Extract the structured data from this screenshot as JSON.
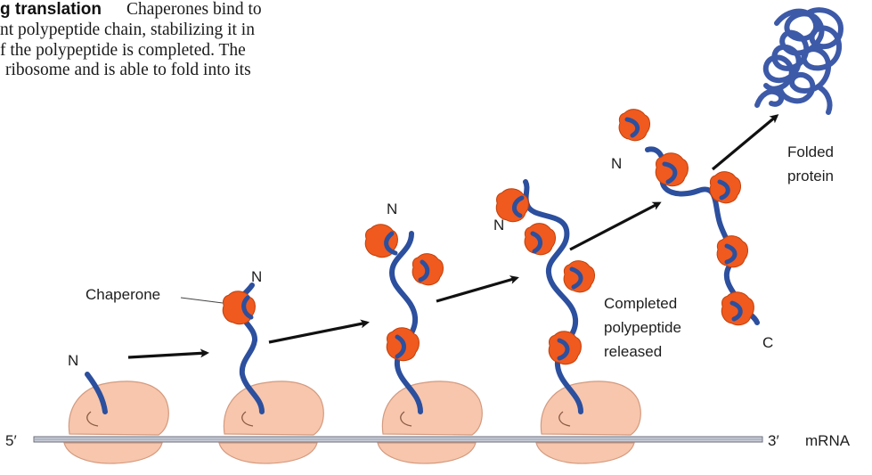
{
  "caption": {
    "title_fragment": "g translation",
    "line1_text": "Chaperones bind to",
    "line2": "nt polypeptide chain, stabilizing it in",
    "line3": "f the polypeptide is completed. The",
    "line4": "ribosome and is able to fold into its"
  },
  "labels": {
    "chaperone": "Chaperone",
    "n_terminus": "N",
    "c_terminus": "C",
    "completed_line1": "Completed",
    "completed_line2": "polypeptide",
    "completed_line3": "released",
    "folded_line1": "Folded",
    "folded_line2": "protein",
    "five_prime": "5′",
    "three_prime": "3′",
    "mrna": "mRNA"
  },
  "colors": {
    "ribosome": "#f7c6ac",
    "ribosome_edge": "#dba48a",
    "chaperone": "#f05a1e",
    "chaperone_edge": "#c2410c",
    "polypeptide": "#2c4f9e",
    "mrna": "#c8ccd8",
    "arrow": "#111111"
  }
}
